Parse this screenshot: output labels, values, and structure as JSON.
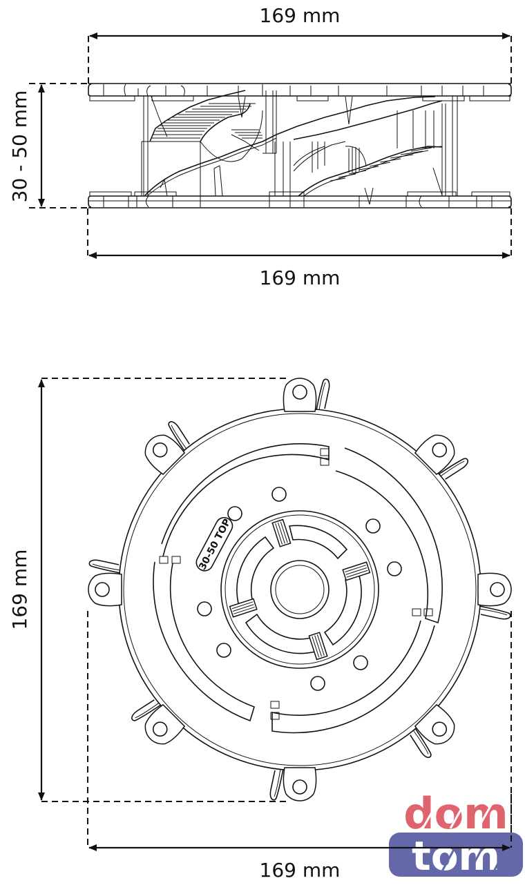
{
  "drawing": {
    "title": "Pedestal support technical drawing",
    "side_view": {
      "width_top_label": "169 mm",
      "width_bottom_label": "169 mm",
      "height_label": "30 - 50 mm"
    },
    "top_view": {
      "height_label": "169 mm",
      "width_label": "169 mm",
      "embossed_label": "30-50 TOP"
    }
  },
  "logo": {
    "top_word": "dom",
    "bottom_word": "tom",
    "top_color": "#e0646e",
    "bottom_bg_color": "#6468a8",
    "bottom_text_color": "#ffffff"
  }
}
